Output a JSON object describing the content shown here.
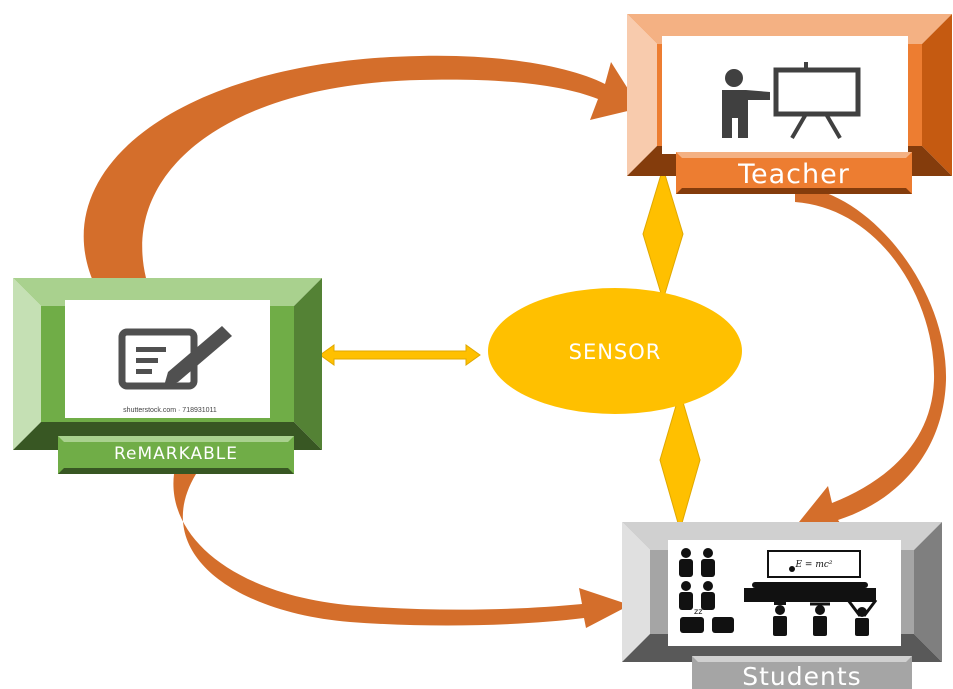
{
  "diagram": {
    "nodes": {
      "teacher": {
        "label": "Teacher",
        "icon": "teacher-presentation-icon"
      },
      "remarkable": {
        "label": "ReMARKABLE",
        "icon": "edit-note-icon",
        "watermark": "shutterstock.com · 718931011"
      },
      "students": {
        "label": "Students",
        "icon": "classroom-students-icon",
        "board_formula": "E = mc²"
      },
      "sensor": {
        "label": "SENSOR"
      }
    },
    "colors": {
      "teacher": "#ED7D31",
      "remarkable": "#70AD47",
      "students": "#A5A5A5",
      "sensor": "#FFC000",
      "arrow": "#D46E2B"
    }
  }
}
